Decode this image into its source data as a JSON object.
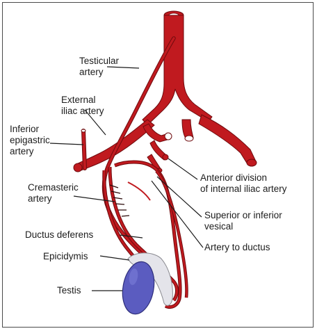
{
  "labels": {
    "testicular_artery": [
      "Testicular",
      "artery"
    ],
    "external_iliac_artery": [
      "External",
      "iliac artery"
    ],
    "inferior_epigastric_artery": [
      "Inferior",
      "epigastric",
      "artery"
    ],
    "cremasteric_artery": [
      "Cremasteric",
      "artery"
    ],
    "ductus_deferens": "Ductus deferens",
    "epicidymis": "Epicidymis",
    "testis": "Testis",
    "anterior_division": [
      "Anterior division",
      "of internal iliac artery"
    ],
    "superior_inferior_vesical": [
      "Superior or inferior",
      "vesical"
    ],
    "artery_to_ductus": "Artery to ductus"
  },
  "colors": {
    "artery": "#c01a1f",
    "testis": "#5b5cc0",
    "epididymis": "#e4e4ea",
    "frame": "#4a4a4a"
  }
}
